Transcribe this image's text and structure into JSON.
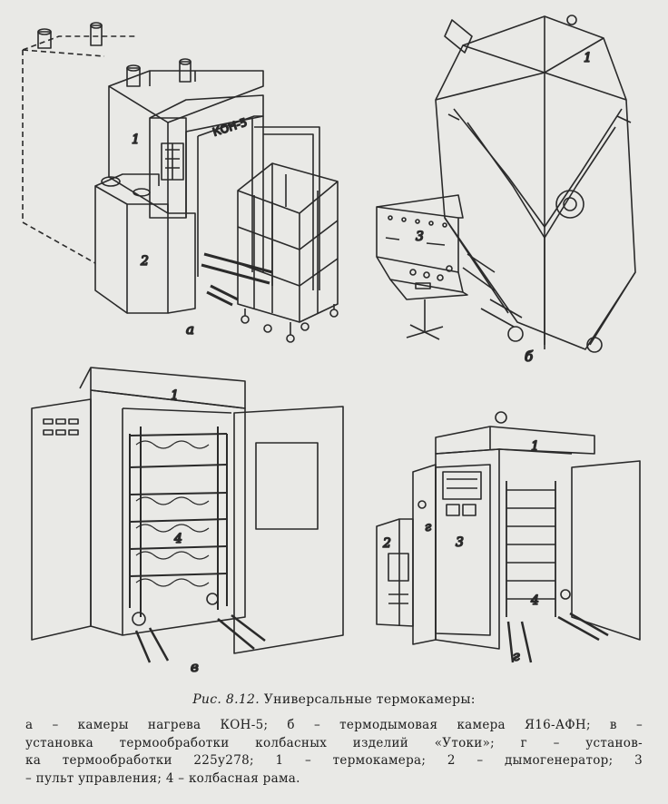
{
  "figure": {
    "brand_label": "КОН-5",
    "panels": [
      {
        "letter": "а",
        "callouts": [
          "1",
          "2"
        ]
      },
      {
        "letter": "б",
        "callouts": [
          "1",
          "3"
        ]
      },
      {
        "letter": "в",
        "callouts": [
          "1",
          "4"
        ]
      },
      {
        "letter": "г",
        "callouts": [
          "1",
          "2",
          "3",
          "4",
          "г"
        ]
      }
    ]
  },
  "caption": {
    "fig_number": "Рис. 8.12.",
    "title": "Универсальные термокамеры:",
    "lines": [
      "а – камеры нагрева КОН-5; б – термодымовая камера Я16-АФН; в –",
      "установка термообработки колбасных изделий «Утоки»; г – установ-",
      "ка термообработки 225у278; 1 – термокамера; 2 – дымогенератор; 3",
      "– пульт управления; 4 – колбасная рама."
    ]
  }
}
